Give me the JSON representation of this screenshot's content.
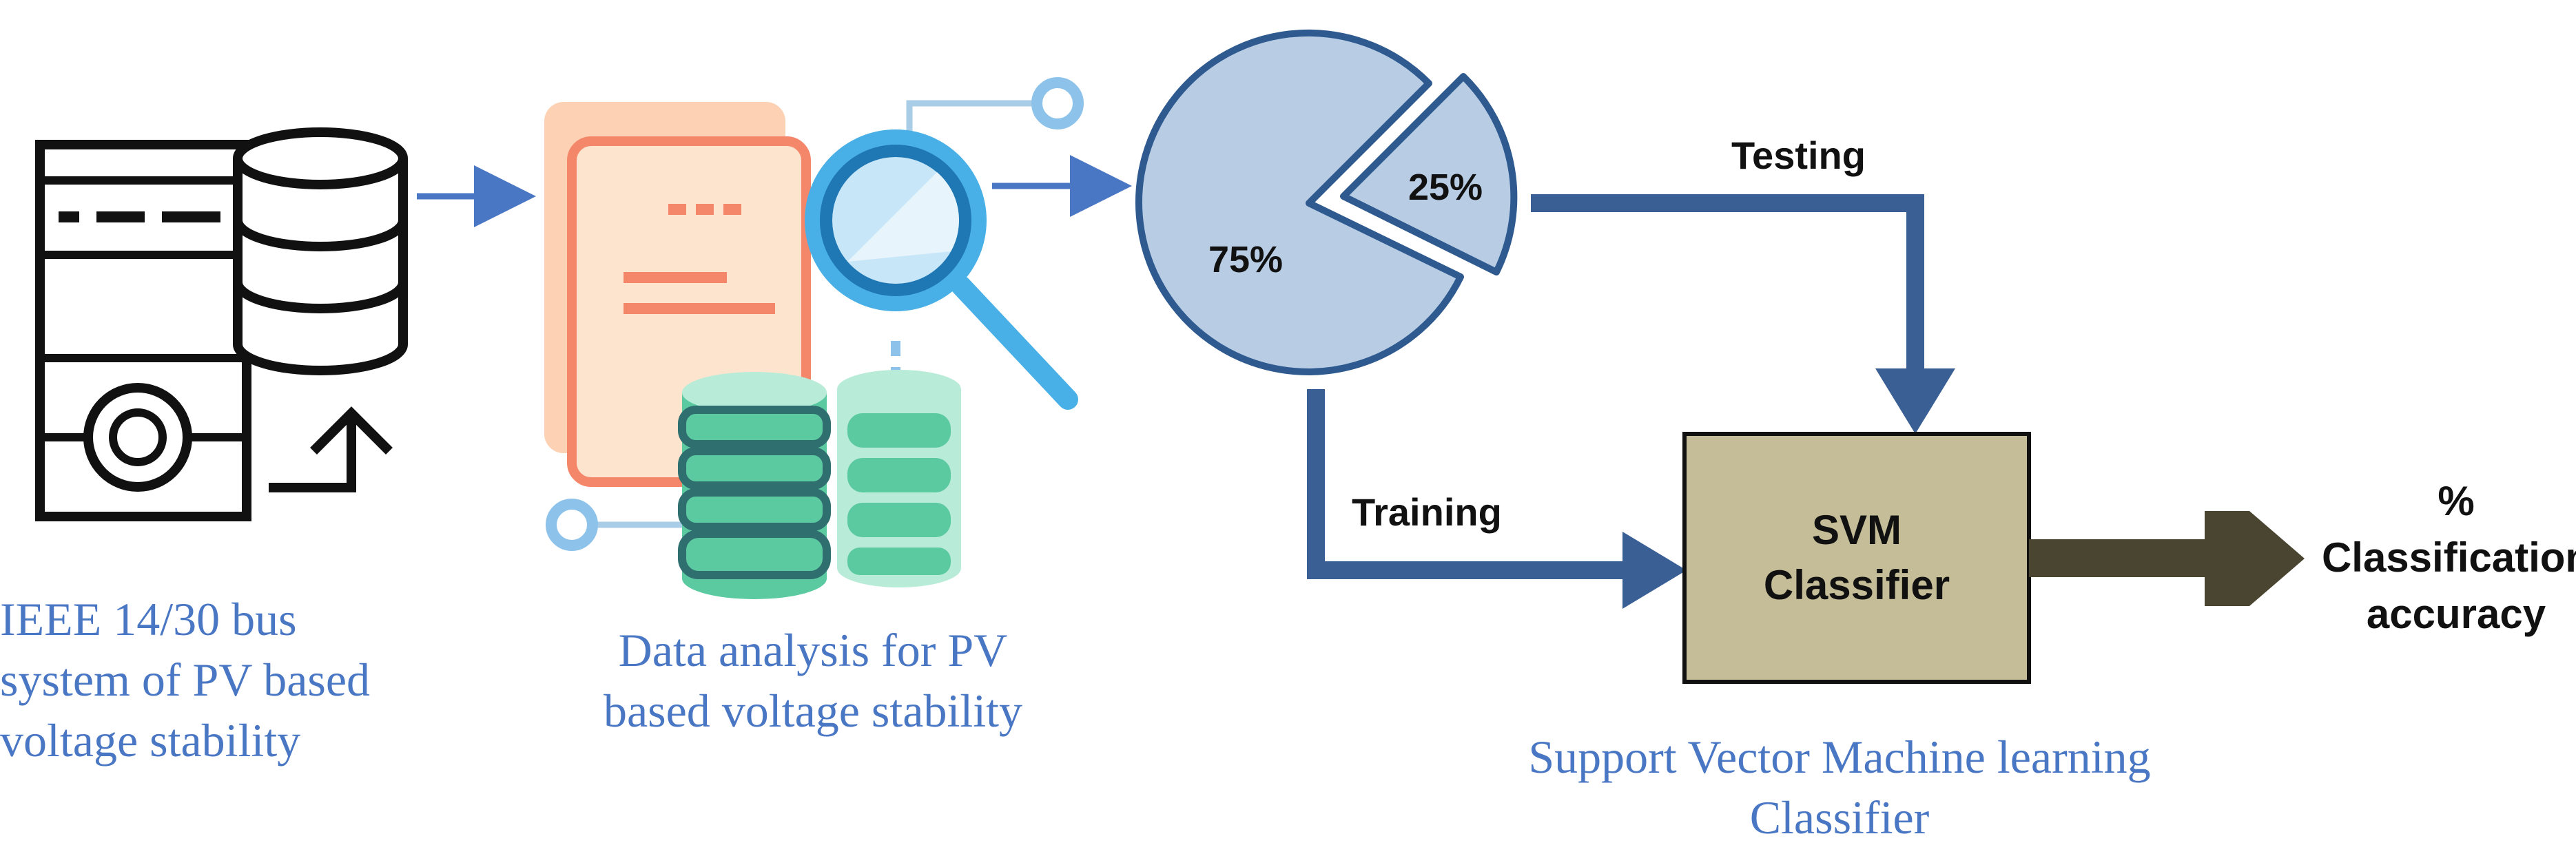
{
  "captions": {
    "source_lines": [
      "IEEE 14/30 bus",
      "system of PV based",
      "voltage stability"
    ],
    "analysis_lines": [
      "Data analysis for  PV",
      "based voltage stability"
    ],
    "svm_lines": [
      "Support Vector Machine learning",
      "Classifier"
    ]
  },
  "split": {
    "training_pct": "75%",
    "testing_pct": "25%"
  },
  "flow": {
    "testing_label": "Testing",
    "training_label": "Training"
  },
  "classifier": {
    "line1": "SVM",
    "line2": "Classifier"
  },
  "output": {
    "lines": [
      "%",
      "Classification",
      "accuracy"
    ]
  },
  "colors": {
    "caption_blue": "#4a77c4",
    "flow_blue": "#3a5f94",
    "pie_fill": "#b8cce4",
    "pie_edge": "#2e5a8f",
    "svm_box": "#c4bd97",
    "output_arrow": "#4a4530",
    "doc_orange": "#f4876a",
    "doc_peach": "#fdd2b4",
    "db_green": "#5ccaa0",
    "db_dark": "#2f6f6f",
    "lens_blue": "#48b0e6"
  }
}
